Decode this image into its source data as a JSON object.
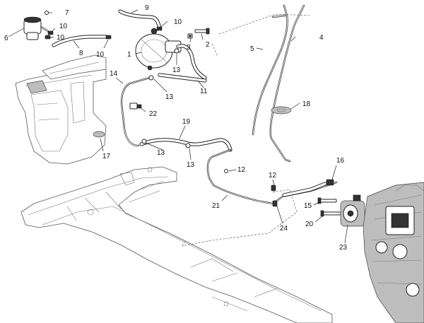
{
  "callouts": {
    "c1": "1",
    "c2": "2",
    "c3": "3",
    "c4": "4",
    "c5": "5",
    "c6": "6",
    "c7": "7",
    "c8": "8",
    "c9": "9",
    "c10a": "10",
    "c10b": "10",
    "c10c": "10",
    "c10d": "10",
    "c11": "11",
    "c12a": "12",
    "c12b": "12",
    "c13a": "13",
    "c13b": "13",
    "c13c": "13",
    "c13d": "13",
    "c14": "14",
    "c15": "15",
    "c16": "16",
    "c17": "17",
    "c18": "18",
    "c19": "19",
    "c20": "20",
    "c21": "21",
    "c22": "22",
    "c23": "23",
    "c24": "24"
  }
}
